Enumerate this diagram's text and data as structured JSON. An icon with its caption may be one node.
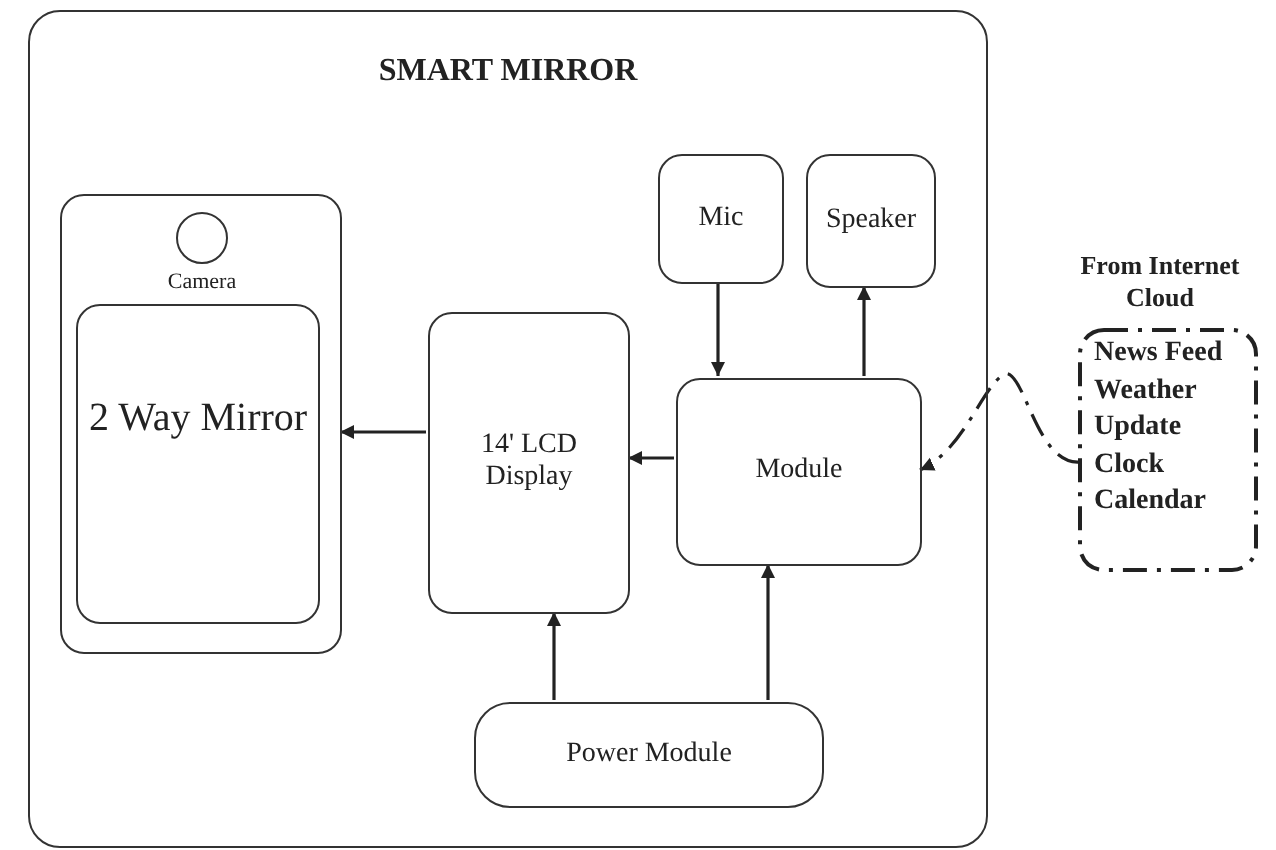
{
  "diagram": {
    "nodes": [
      {
        "text": [
          "SMART MIRROR"
        ]
      },
      {
        "text": [],
        "shape": "box",
        "in": 0
      },
      {
        "text": [],
        "shape": "circle",
        "in": 1,
        "beside": [
          "Camera"
        ]
      },
      {
        "text": [
          "2 Way Mirror"
        ],
        "in": 1
      },
      {
        "text": [
          "14' LCD Display"
        ],
        "in": 0
      },
      {
        "text": [
          "Mic"
        ],
        "in": 0
      },
      {
        "text": [
          "Speaker"
        ],
        "in": 0
      },
      {
        "text": [
          "Module"
        ],
        "in": 0
      },
      {
        "text": [
          "Power Module"
        ],
        "in": 0
      },
      {
        "text": [
          "From Internet Cloud",
          "News Feed",
          "Weather",
          "Update",
          "Clock",
          "Calendar"
        ]
      }
    ],
    "edges": [
      {
        "from": 4,
        "to": 1,
        "arrow": "to"
      },
      {
        "from": 5,
        "to": 7,
        "arrow": "to"
      },
      {
        "from": 7,
        "to": 6,
        "arrow": "to"
      },
      {
        "from": 7,
        "to": 4,
        "arrow": "to"
      },
      {
        "from": 8,
        "to": 4,
        "arrow": "to"
      },
      {
        "from": 8,
        "to": 7,
        "arrow": "to"
      },
      {
        "from": 9,
        "to": 7,
        "arrow": "to",
        "style": "dashed"
      }
    ]
  }
}
